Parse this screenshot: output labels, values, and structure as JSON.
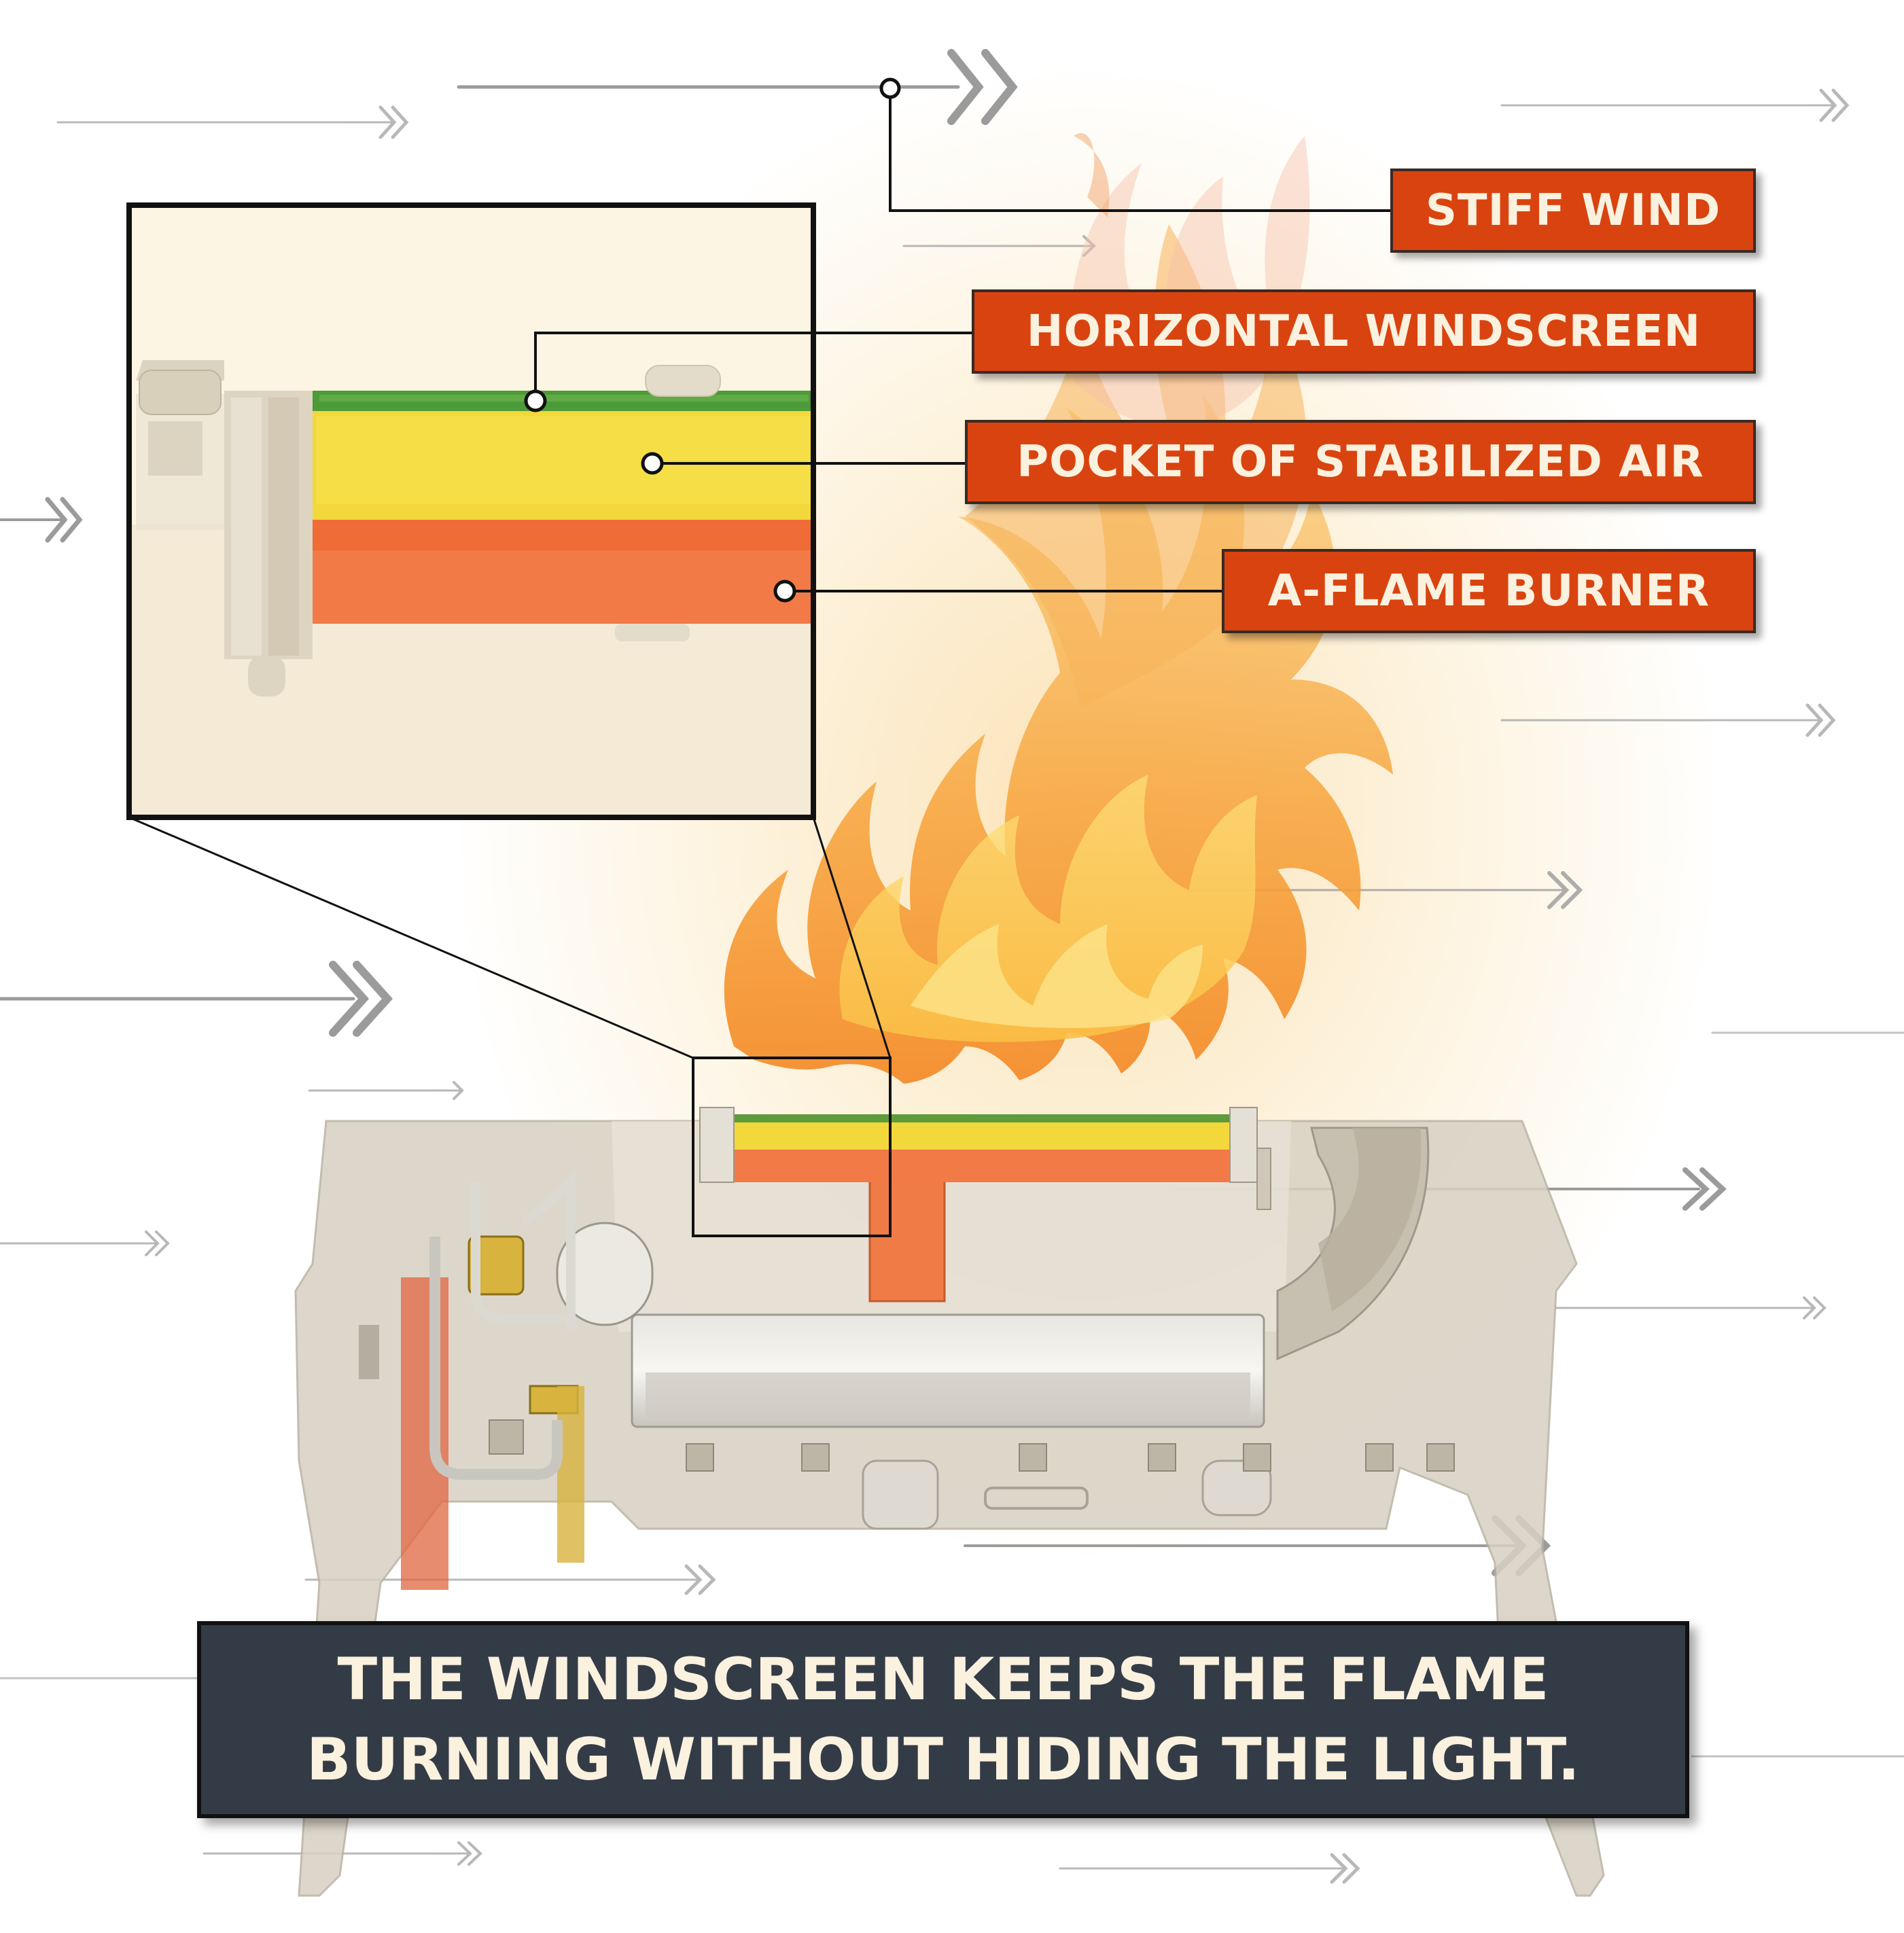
{
  "labels": {
    "stiff_wind": "STIFF WIND",
    "horizontal_windscreen": "HORIZONTAL WINDSCREEN",
    "pocket_of_stabilized_air": "POCKET OF STABILIZED AIR",
    "a_flame_burner": "A-FLAME BURNER"
  },
  "caption": {
    "line1": "THE WINDSCREEN KEEPS THE FLAME",
    "line2": "BURNING WITHOUT HIDING THE LIGHT."
  },
  "colors": {
    "label_bg": "#d9430f",
    "label_text": "#fbf1df",
    "caption_bg": "#333c46",
    "windscreen": "#4b9a3a",
    "stabilized_air": "#f3d83c",
    "burner": "#f27a47",
    "frame": "#cfc7b7",
    "arrow": "#9b9b9b"
  },
  "icons": [
    "wind-arrow-icon",
    "flame-icon"
  ]
}
